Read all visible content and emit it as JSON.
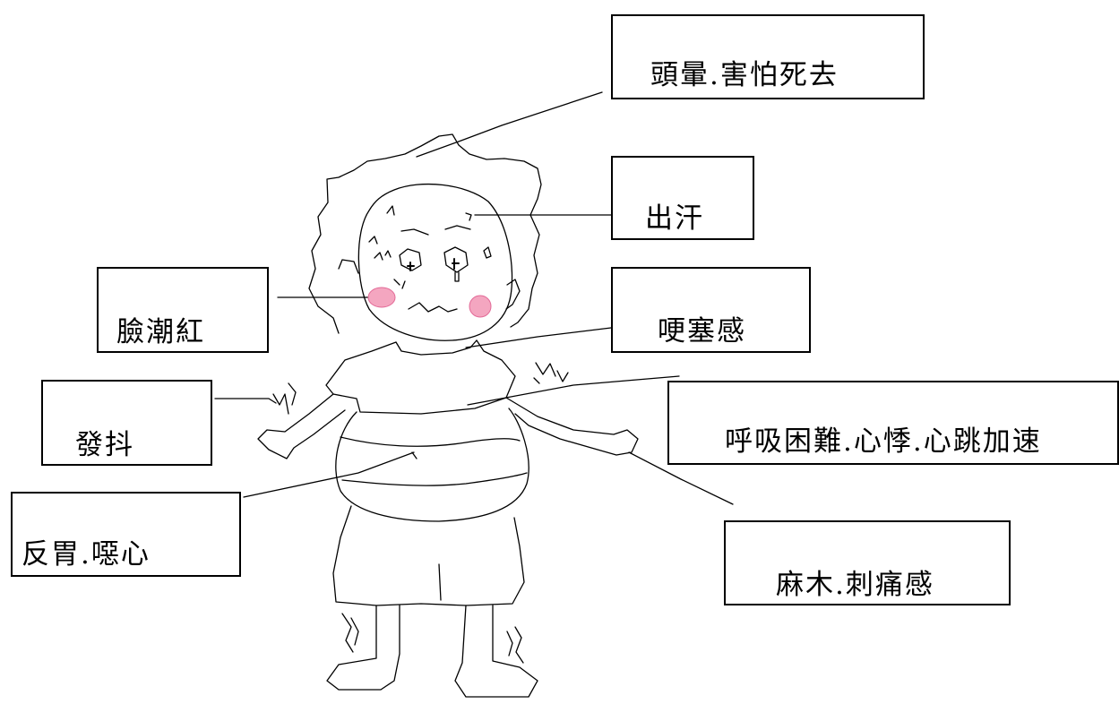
{
  "labels": {
    "dizzy": "頭暈.害怕死去",
    "sweat": "出汗",
    "flush": "臉潮紅",
    "choke": "哽塞感",
    "tremble": "發抖",
    "breath": "呼吸困難.心悸.心跳加速",
    "nausea": "反胃.噁心",
    "numb": "麻木.刺痛感"
  },
  "colors": {
    "line": "#000000",
    "cheek": "#f4a6c0",
    "box_border": "#000000",
    "background": "#ffffff"
  }
}
